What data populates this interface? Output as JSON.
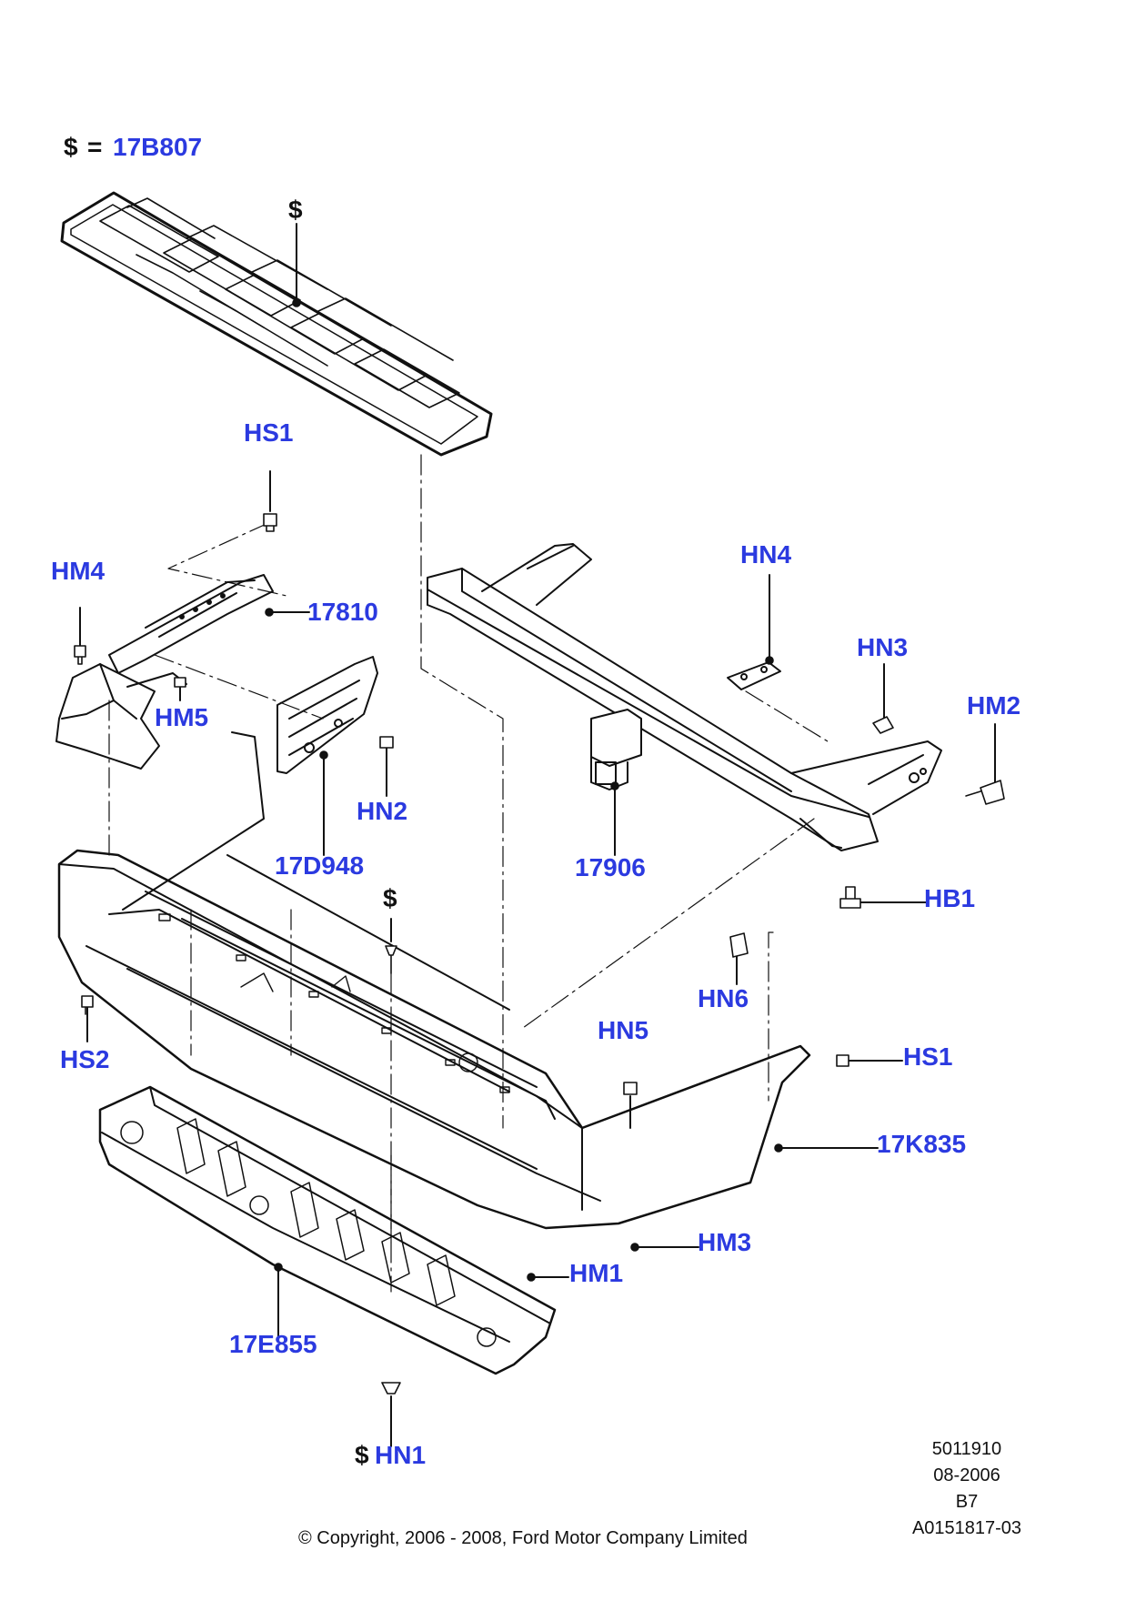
{
  "legend": {
    "symbol": "$",
    "equals": "=",
    "part": "17B807"
  },
  "callouts": {
    "dollar_top": "$",
    "hs1_upper": "HS1",
    "hm4": "HM4",
    "p17810": "17810",
    "hm5": "HM5",
    "hn2": "HN2",
    "p17d948": "17D948",
    "hn4": "HN4",
    "hn3": "HN3",
    "hm2": "HM2",
    "p17906": "17906",
    "hb1": "HB1",
    "dollar_mid": "$",
    "hn6": "HN6",
    "hs2": "HS2",
    "hn5": "HN5",
    "hs1_lower": "HS1",
    "p17k835": "17K835",
    "hm3": "HM3",
    "hm1": "HM1",
    "p17e855": "17E855",
    "dollar_bottom": "$",
    "hn1": "HN1"
  },
  "info_block": {
    "ref": "5011910",
    "date": "08-2006",
    "code": "B7",
    "illustration_id": "A0151817-03"
  },
  "copyright": "© Copyright, 2006 - 2008, Ford Motor Company Limited",
  "colors": {
    "label_blue": "#2b3ae0",
    "ink": "#111111"
  }
}
